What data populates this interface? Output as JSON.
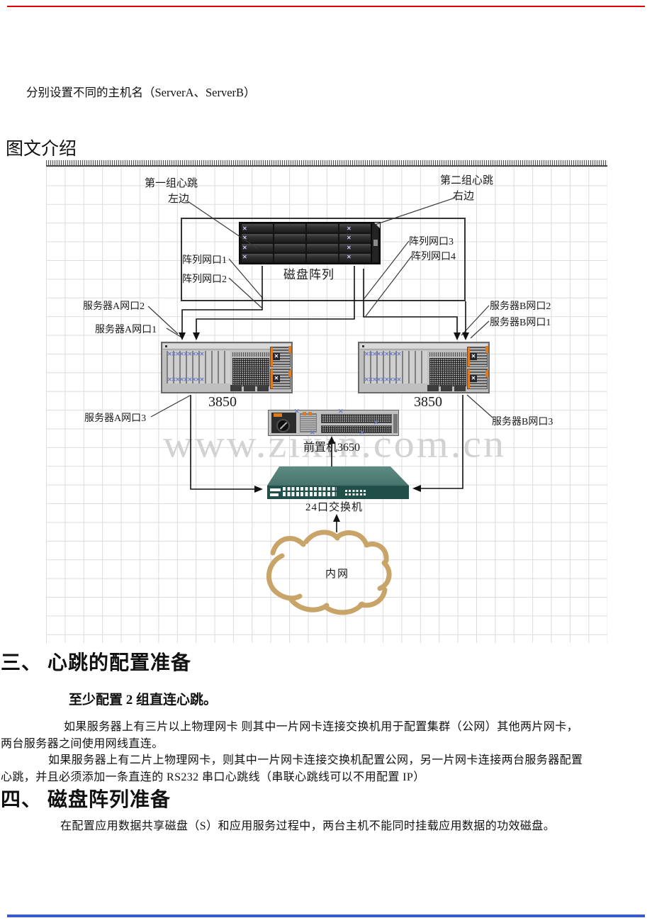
{
  "document": {
    "intro_line": "分别设置不同的主机名（ServerA、ServerB）",
    "figure_heading": "图文介绍",
    "section3_heading": "三、 心跳的配置准备",
    "section3_subheading": "至少配置 2 组直连心跳。",
    "section3_para1_line1": "如果服务器上有三片以上物理网卡 则其中一片网卡连接交换机用于配置集群（公网）其他两片网卡，",
    "section3_para1_line2": "两台服务器之间使用网线直连。",
    "section3_para2_line1": "如果服务器上有二片上物理网卡，则其中一片网卡连接交换机配置公网，另一片网卡连接两台服务器配置",
    "section3_para2_line2": "心跳，并且必须添加一条直连的 RS232 串口心跳线（串联心跳线可以不用配置 IP）",
    "section4_heading": "四、 磁盘阵列准备",
    "section4_para": "在配置应用数据共享磁盘（S）和应用服务过程中，两台主机不能同时挂载应用数据的功效磁盘。"
  },
  "diagram": {
    "watermark": "www.zixin.com.cn",
    "labels": {
      "heartbeat_group1": "第一组心跳",
      "heartbeat_group1_side": "左边",
      "heartbeat_group2": "第二组心跳",
      "heartbeat_group2_side": "右边",
      "array_port1": "阵列网口1",
      "array_port2": "阵列网口2",
      "array_port3": "阵列网口3",
      "array_port4": "阵列网口4",
      "server_a_port2": "服务器A网口2",
      "server_a_port1": "服务器A网口1",
      "server_a_port3": "服务器A网口3",
      "server_b_port2": "服务器B网口2",
      "server_b_port1": "服务器B网口1",
      "server_b_port3": "服务器B网口3",
      "disk_array": "磁盘阵列",
      "server_a_model": "3850",
      "server_b_model": "3850",
      "front_server": "前置机3650",
      "switch": "24口交换机",
      "intranet": "内网"
    },
    "decor": {
      "x_row": "✕✕✕✕✕✕✕✕✕",
      "x_single": "✕"
    },
    "colors": {
      "top_rule_red": "#e30000",
      "bottom_rule_blue": "#3b5cc8",
      "switch_top_teal": "#5e8b83",
      "switch_front_teal": "#204f49",
      "cloud_tan": "#c9a469",
      "accent_orange": "#e07a20",
      "slot_mark_blue": "#6f7ac2",
      "grid_gray": "#dcdcdc",
      "watermark_gray": "#d2d2d2"
    }
  }
}
